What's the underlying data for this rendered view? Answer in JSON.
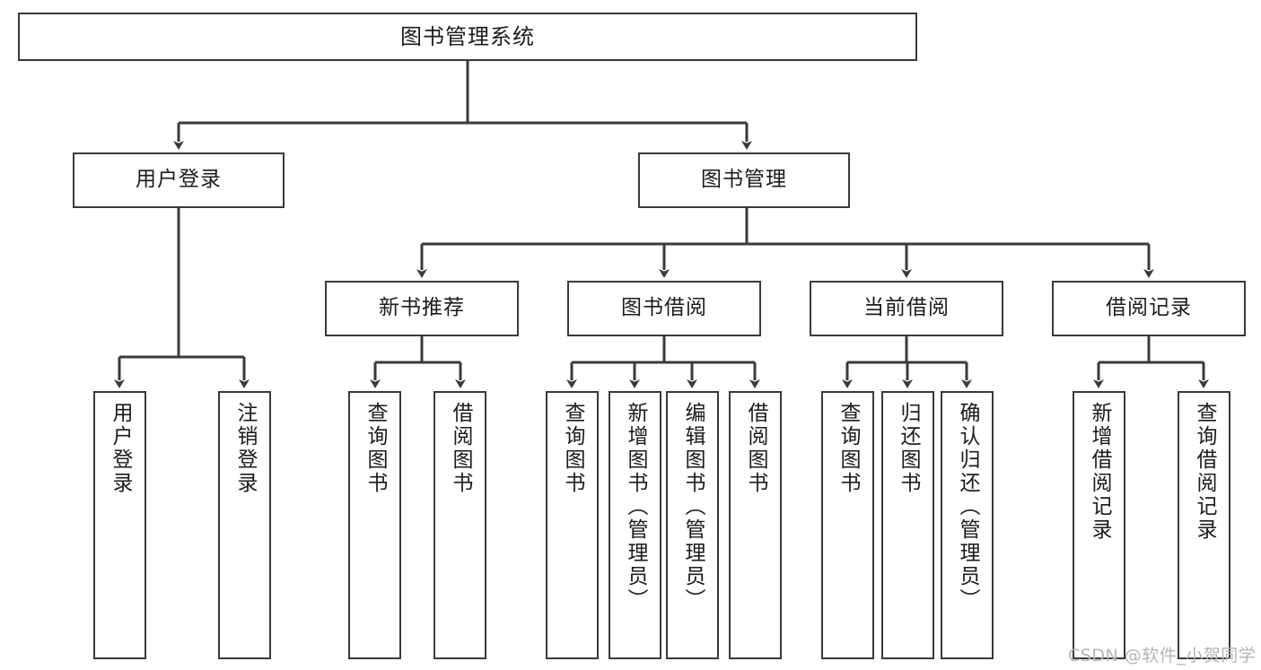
{
  "diagram": {
    "title": "图书管理系统",
    "type": "功能结构图",
    "line_color": "#3a3a3a",
    "box_fill": "#ffffff",
    "text_color": "#1b1b1b"
  },
  "nodes": {
    "root": {
      "label": "图书管理系统"
    },
    "level2": [
      {
        "label": "用户登录"
      },
      {
        "label": "图书管理"
      }
    ],
    "level3": [
      {
        "label": "新书推荐"
      },
      {
        "label": "图书借阅"
      },
      {
        "label": "当前借阅"
      },
      {
        "label": "借阅记录"
      }
    ],
    "leaves": {
      "user_login": [
        {
          "label": "用户登录"
        },
        {
          "label": "注销登录"
        }
      ],
      "new_book_recommend": [
        {
          "label": "查询图书"
        },
        {
          "label": "借阅图书"
        }
      ],
      "book_borrow": [
        {
          "label": "查询图书"
        },
        {
          "label": "新增图书（管理员）"
        },
        {
          "label": "编辑图书（管理员）"
        },
        {
          "label": "借阅图书"
        }
      ],
      "current_borrow": [
        {
          "label": "查询图书"
        },
        {
          "label": "归还图书"
        },
        {
          "label": "确认归还（管理员）"
        }
      ],
      "borrow_record": [
        {
          "label": "新增借阅记录"
        },
        {
          "label": "查询借阅记录"
        }
      ]
    }
  },
  "watermark": {
    "text": "CSDN @软件_小贺同学"
  }
}
